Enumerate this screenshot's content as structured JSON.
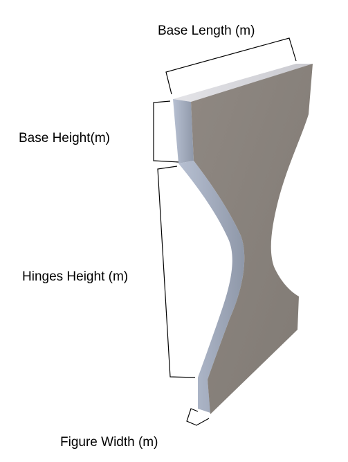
{
  "labels": {
    "base_length": "Base Length (m)",
    "base_height": "Base Height(m)",
    "hinges_height": "Hinges Height (m)",
    "figure_width": "Figure Width (m)"
  },
  "colors": {
    "front_face": "#8a847e",
    "side_face": "#9fa8ba",
    "top_face": "#d8d8dc",
    "bracket": "#000000"
  }
}
